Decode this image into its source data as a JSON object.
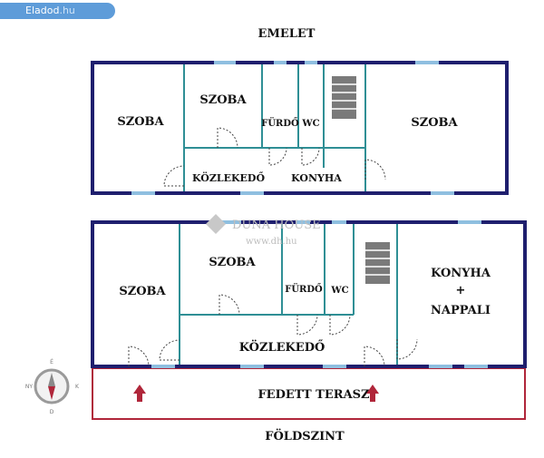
{
  "badge": {
    "brand": "Eladod",
    "domain": ".hu"
  },
  "watermark": {
    "brand": "DUNA HOUSE",
    "url": "www.dh.hu"
  },
  "colors": {
    "outer_wall": "#1f1f6e",
    "inner_wall": "#2f8f95",
    "window": "#8fbfe0",
    "terrace": "#b0263a",
    "stairs": "#7a7a7a"
  },
  "upper_floor": {
    "title": "EMELET",
    "rooms": {
      "left_room": "SZOBA",
      "mid_room": "SZOBA",
      "bath": "FÜRDŐ",
      "wc": "WC",
      "right_room": "SZOBA",
      "hall": "KÖZLEKEDŐ",
      "kitchen": "KONYHA"
    }
  },
  "ground_floor": {
    "title": "FÖLDSZINT",
    "rooms": {
      "left_room": "SZOBA",
      "mid_room": "SZOBA",
      "bath": "FÜRDŐ",
      "wc": "WC",
      "kitchen_line1": "KONYHA",
      "kitchen_line2": "+",
      "kitchen_line3": "NAPPALI",
      "hall": "KÖZLEKEDŐ",
      "terrace": "FEDETT TERASZ"
    }
  },
  "compass": {
    "north": "É",
    "south": "D",
    "west": "NY",
    "east": "K"
  }
}
